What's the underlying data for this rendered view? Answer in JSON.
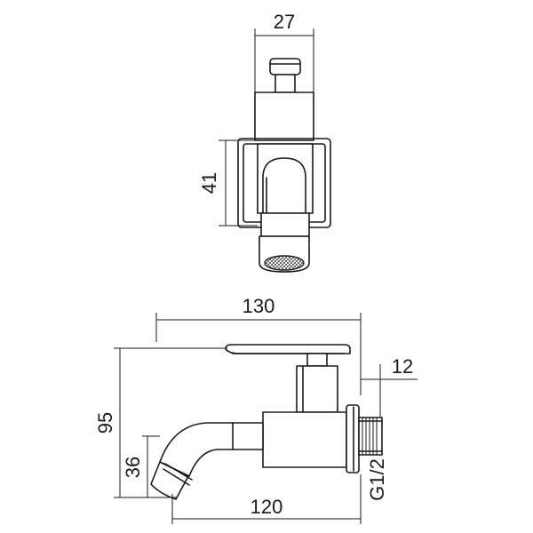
{
  "dimensions": {
    "top_width": "27",
    "top_height": "41",
    "overall_length": "130",
    "overall_height": "95",
    "spout_height": "36",
    "spout_reach": "120",
    "thread_length": "12",
    "thread_size": "G1/2"
  }
}
